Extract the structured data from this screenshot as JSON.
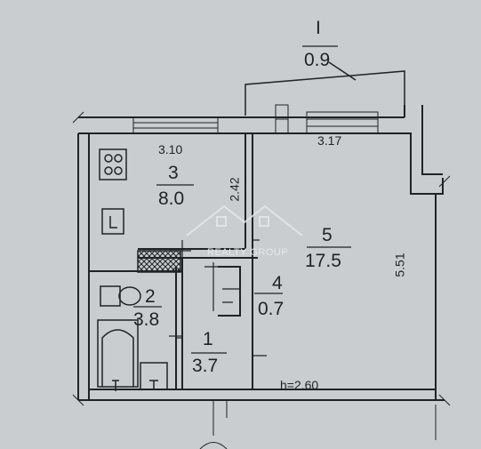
{
  "balcony": {
    "number": "I",
    "area": "0.9"
  },
  "rooms": [
    {
      "id": "3",
      "area": "8.0"
    },
    {
      "id": "5",
      "area": "17.5"
    },
    {
      "id": "4",
      "area": "0.7"
    },
    {
      "id": "2",
      "area": "3.8"
    },
    {
      "id": "1",
      "area": "3.7"
    }
  ],
  "dimensions": {
    "kitchen_width": "3.10",
    "room_width": "3.17",
    "kitchen_depth": "2.42",
    "room_depth": "5.51",
    "ceiling_height": "h=2.60"
  },
  "watermark": "REALTY GROUP",
  "palette": {
    "background": "#c9cdd0",
    "ink": "#1f2326",
    "watermark": "#e6e9ec"
  }
}
